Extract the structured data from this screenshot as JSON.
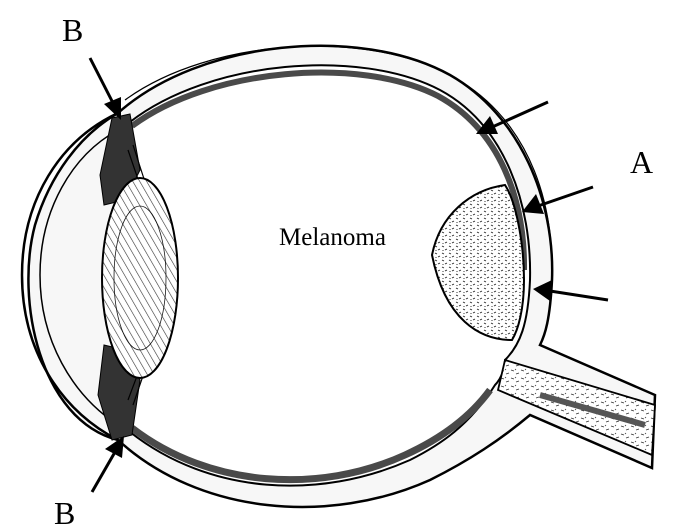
{
  "labels": {
    "b_top": "B",
    "b_bottom": "B",
    "a": "A",
    "melanoma": "Melanoma"
  },
  "colors": {
    "ink": "#000000",
    "background": "#ffffff",
    "wall_fill": "#f7f7f7",
    "pigment": "#4a4a4a"
  }
}
